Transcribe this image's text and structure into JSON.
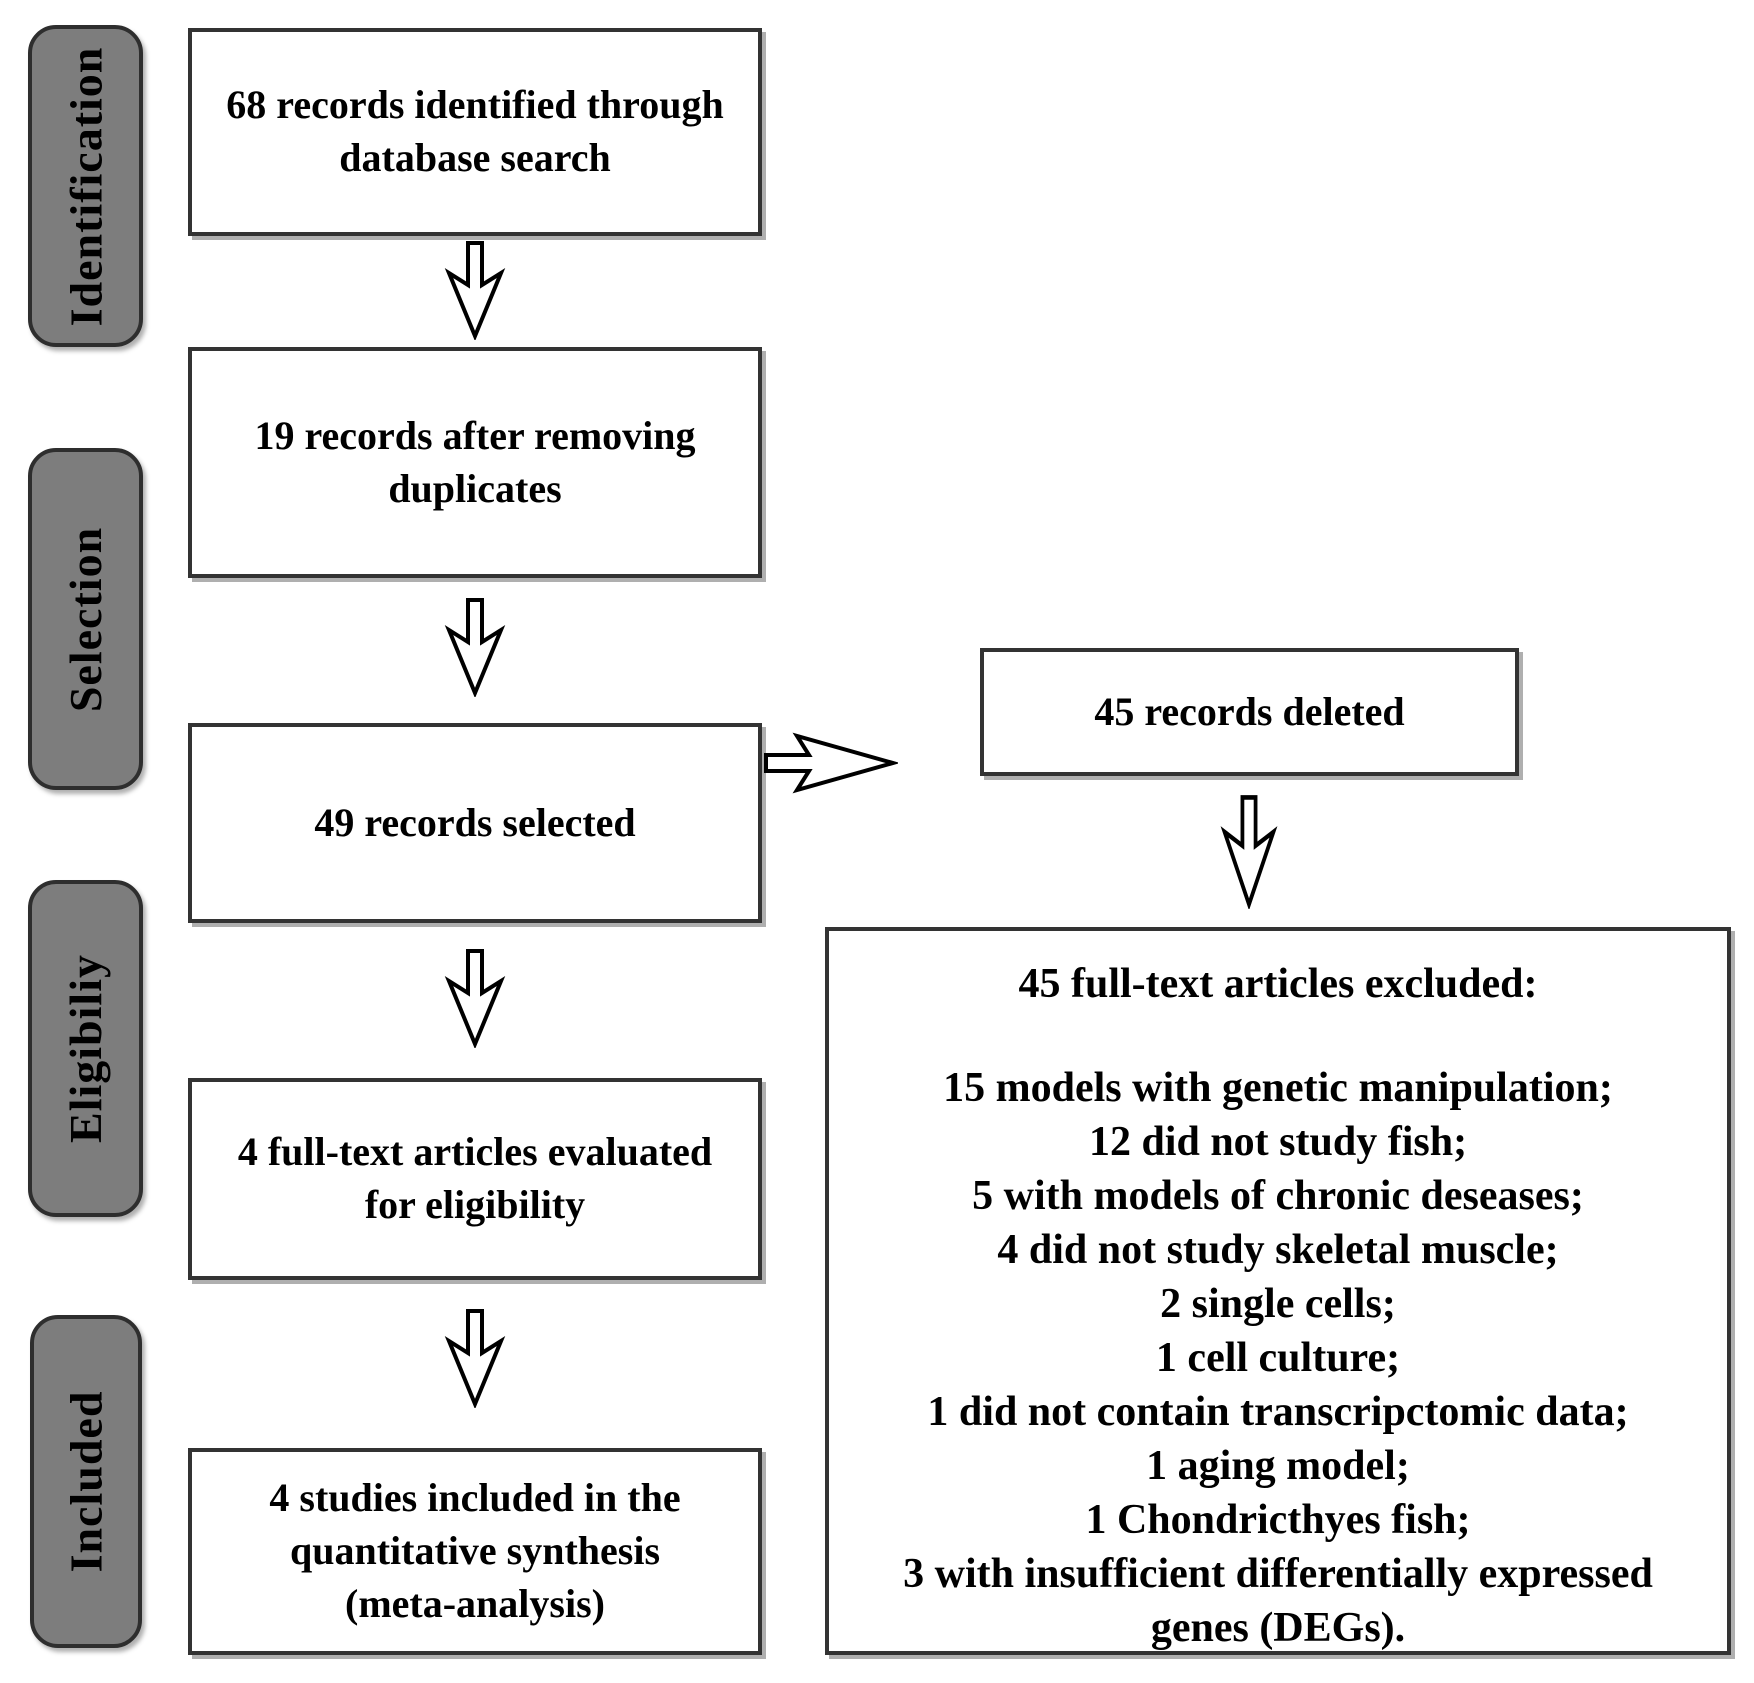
{
  "diagram": {
    "stages": [
      {
        "label": "Identification"
      },
      {
        "label": "Selection"
      },
      {
        "label": "Eligibiliy"
      },
      {
        "label": "Included"
      }
    ],
    "flow": [
      {
        "lines": [
          "68 records identified through",
          "database search"
        ]
      },
      {
        "lines": [
          "19 records after removing",
          "duplicates"
        ]
      },
      {
        "lines": [
          "49 records selected"
        ]
      },
      {
        "lines": [
          "4 full-text articles evaluated",
          "for eligibility"
        ]
      },
      {
        "lines": [
          "4 studies included in the",
          "quantitative synthesis",
          "(meta-analysis)"
        ]
      }
    ],
    "deleted_box": {
      "text": "45 records deleted"
    },
    "excluded_box": {
      "header": "45 full-text articles excluded:",
      "reasons": [
        "15 models with genetic manipulation;",
        "12 did not study fish;",
        "5 with models of chronic deseases;",
        "4 did not study skeletal muscle;",
        "2 single cells;",
        "1 cell culture;",
        "1 did not contain transcripctomic data;",
        "1 aging model;",
        "1 Chondricthyes fish;",
        [
          "3 with insufficient differentially expressed",
          "genes (DEGs)."
        ]
      ]
    },
    "icons": [
      {
        "name": "down-arrow-icon",
        "count": 5
      },
      {
        "name": "right-arrow-icon",
        "count": 1
      }
    ],
    "colors": {
      "stage_fill": "#7d7d7d",
      "stage_border": "#2e2e2e",
      "box_border": "#333333",
      "box_fill": "#ffffff",
      "text": "#000000",
      "shadow": "#9b9b9b"
    }
  }
}
